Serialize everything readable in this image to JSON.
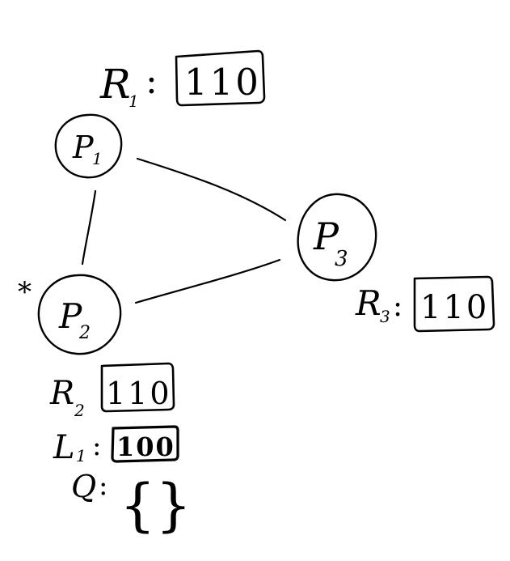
{
  "diagram": {
    "processes": [
      {
        "name": "P",
        "index": "1"
      },
      {
        "name": "P",
        "index": "2",
        "marker": "*"
      },
      {
        "name": "P",
        "index": "3"
      }
    ],
    "registers": [
      {
        "label": "R",
        "index": "1",
        "sep": ":",
        "value": "110"
      },
      {
        "label": "R",
        "index": "2",
        "sep": "",
        "value": "110"
      },
      {
        "label": "R",
        "index": "3",
        "sep": ":",
        "value": "110"
      },
      {
        "label": "L",
        "index": "1",
        "sep": ":",
        "value": "100"
      }
    ],
    "queue": {
      "label": "Q",
      "sep": ":",
      "value": "{}"
    },
    "edges": [
      {
        "from": "P1",
        "to": "P2"
      },
      {
        "from": "P1",
        "to": "P3"
      },
      {
        "from": "P2",
        "to": "P3"
      }
    ],
    "colors": {
      "ink": "#000000",
      "background": "#ffffff"
    }
  }
}
